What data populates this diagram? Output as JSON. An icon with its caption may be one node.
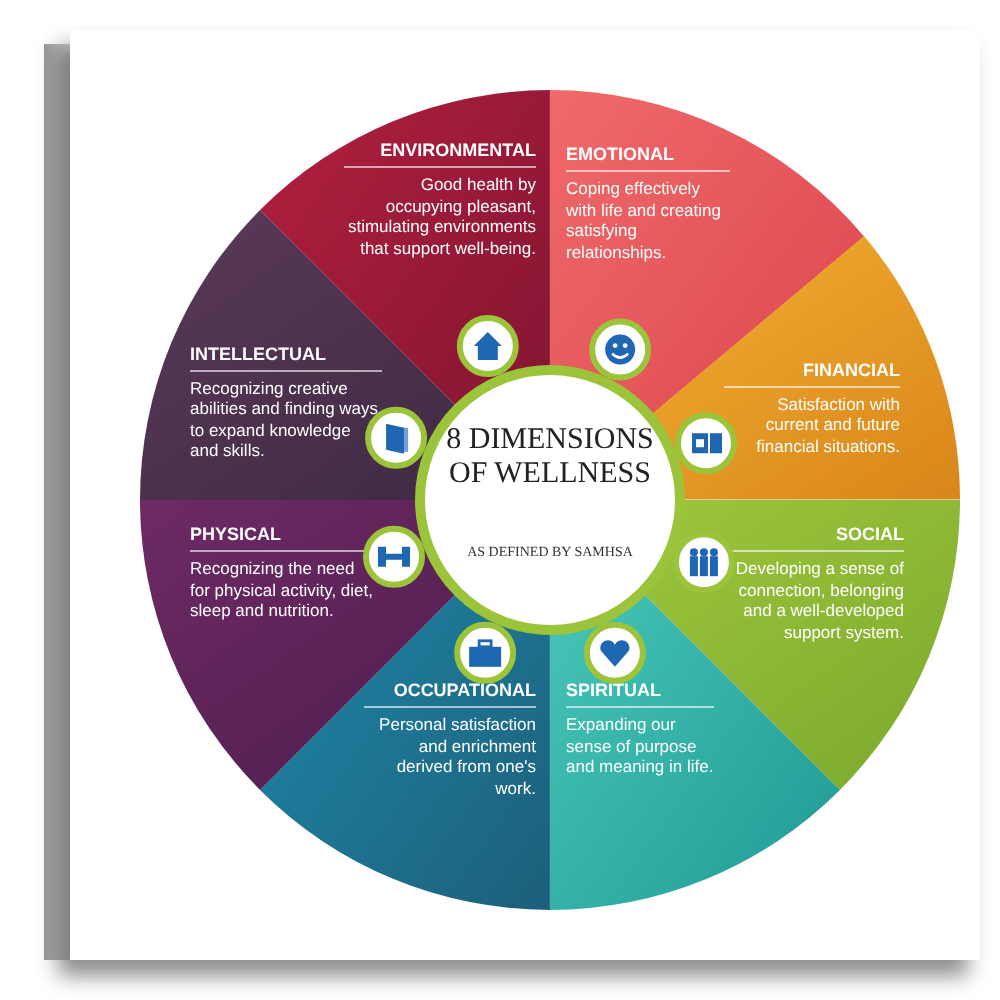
{
  "diagram": {
    "nodes": [
      {
        "text": [
          "8 DIMENSIONS OF WELLNESS",
          "AS DEFINED BY SAMHSA"
        ]
      },
      {
        "text": [
          "ENVIRONMENTAL",
          "Good health by occupying pleasant, stimulating environments that support well-being."
        ]
      },
      {
        "text": [
          "EMOTIONAL",
          "Coping effectively with life and creating satisfying relationships."
        ]
      },
      {
        "text": [
          "FINANCIAL",
          "Satisfaction with current and future financial situations."
        ]
      },
      {
        "text": [
          "SOCIAL",
          "Developing a sense of connection, belonging and a well-developed support system."
        ]
      },
      {
        "text": [
          "SPIRITUAL",
          "Expanding our sense of purpose and meaning in life."
        ]
      },
      {
        "text": [
          "OCCUPATIONAL",
          "Personal satisfaction and enrichment derived from one's work."
        ]
      },
      {
        "text": [
          "PHYSICAL",
          "Recognizing the need for physical activity, diet, sleep and nutrition."
        ]
      },
      {
        "text": [
          "INTELLECTUAL",
          "Recognizing creative abilities and finding ways to expand knowledge and skills."
        ]
      }
    ],
    "edges": []
  }
}
